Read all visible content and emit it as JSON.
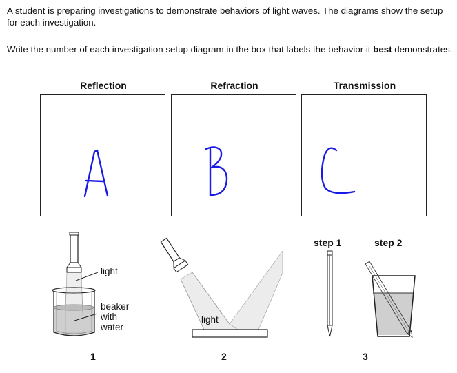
{
  "question": {
    "intro": "A student is preparing investigations to demonstrate behaviors of light waves. The diagrams show the setup for each investigation.",
    "instruction_before_bold": "Write the number of each investigation setup diagram in the box that labels the behavior it ",
    "instruction_bold": "best",
    "instruction_after_bold": " demonstrates."
  },
  "boxes": [
    {
      "label": "Reflection",
      "answer": "A"
    },
    {
      "label": "Refraction",
      "answer": "B"
    },
    {
      "label": "Transmission",
      "answer": "C"
    }
  ],
  "answer_color": "#1a1ae6",
  "diagrams": {
    "d1": {
      "number": "1",
      "light_label": "light",
      "beaker_label_1": "beaker",
      "beaker_label_2": "with",
      "beaker_label_3": "water"
    },
    "d2": {
      "number": "2",
      "light_label": "light"
    },
    "d3": {
      "number": "3",
      "step1": "step 1",
      "step2": "step 2"
    }
  }
}
